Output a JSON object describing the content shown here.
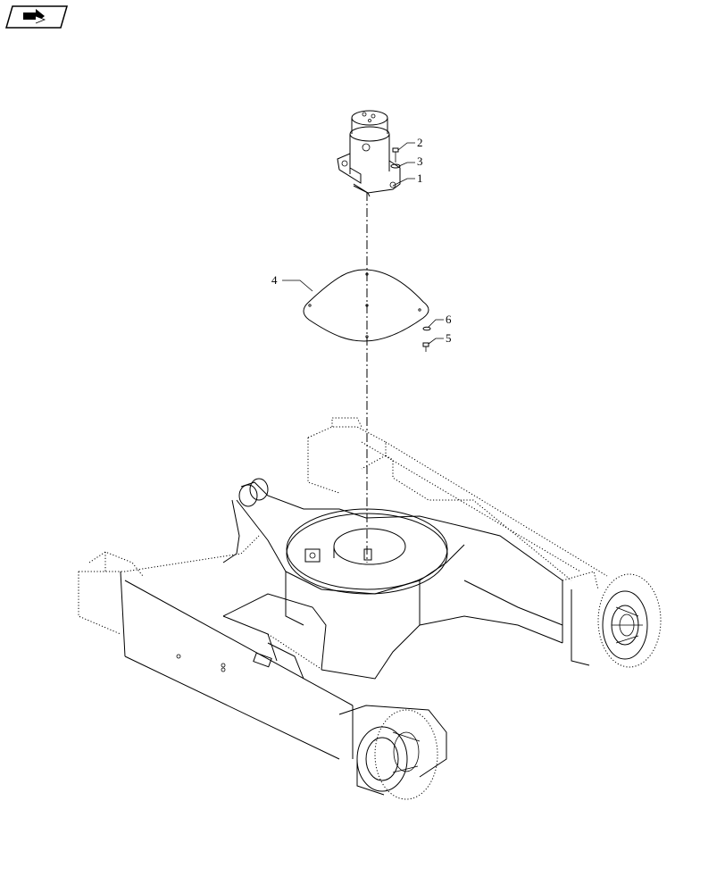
{
  "nav": {
    "icon": "forward-arrow-icon"
  },
  "callouts": [
    {
      "id": "c1",
      "label": "1"
    },
    {
      "id": "c2",
      "label": "2"
    },
    {
      "id": "c3",
      "label": "3"
    },
    {
      "id": "c4",
      "label": "4"
    },
    {
      "id": "c5",
      "label": "5"
    },
    {
      "id": "c6",
      "label": "6"
    }
  ],
  "colors": {
    "line": "#000000",
    "background": "#ffffff"
  }
}
